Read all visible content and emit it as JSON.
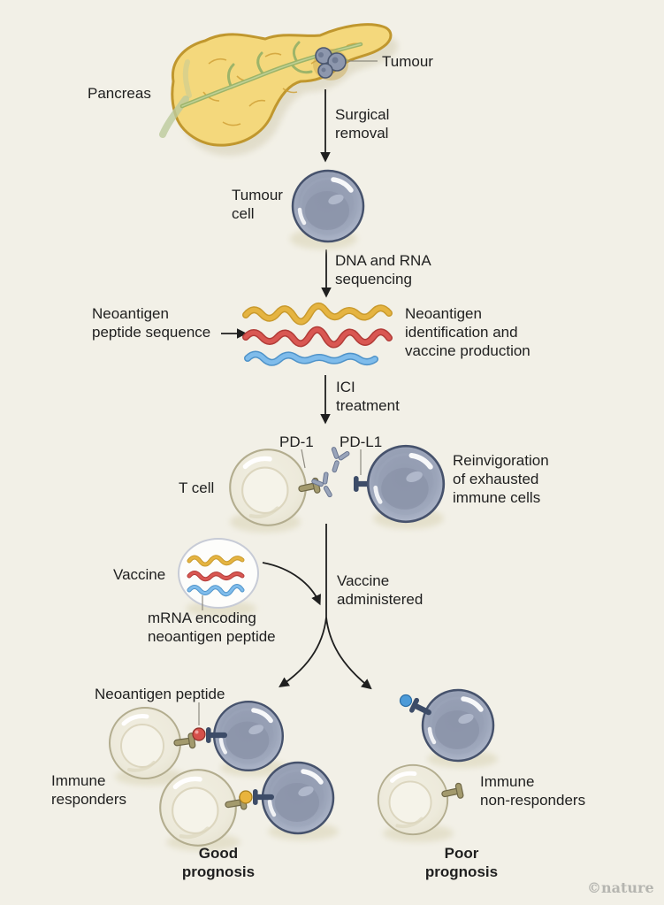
{
  "palette": {
    "background": "#f2f0e7",
    "pancreas_fill": "#f4d87c",
    "pancreas_outline": "#c0972e",
    "duct_green": "#9db469",
    "tumour_cell_blue": "#97a0b5",
    "tumour_cell_outline": "#46526c",
    "t_cell_cream": "#edeadb",
    "t_cell_outline": "#b3ad8f",
    "strand_yellow": "#e5b441",
    "strand_red": "#d95752",
    "strand_blue": "#7fbceb",
    "receptor_olive": "#a39a6d",
    "receptor_navy": "#3d4c68",
    "peptide_dot_red": "#d6504a",
    "peptide_dot_yellow": "#e9b43d",
    "peptide_dot_blue": "#4d9bd8",
    "text": "#1f1f1f",
    "watermark_gray": "#b5b5b0"
  },
  "labels": {
    "pancreas": "Pancreas",
    "tumour": "Tumour",
    "surgical_removal": "Surgical\nremoval",
    "tumour_cell": "Tumour\ncell",
    "dna_rna_sequencing": "DNA and RNA\nsequencing",
    "neoantigen_peptide_sequence": "Neoantigen\npeptide sequence",
    "neoantigen_identification": "Neoantigen\nidentification and\nvaccine production",
    "ici_treatment": "ICI\ntreatment",
    "t_cell": "T cell",
    "pd1": "PD-1",
    "pdl1": "PD-L1",
    "reinvigoration": "Reinvigoration\nof exhausted\nimmune cells",
    "vaccine": "Vaccine",
    "mrna_encoding": "mRNA encoding\nneoantigen peptide",
    "vaccine_administered": "Vaccine\nadministered",
    "neoantigen_peptide": "Neoantigen peptide",
    "immune_responders": "Immune\nresponders",
    "good_prognosis": "Good\nprognosis",
    "immune_non_responders": "Immune\nnon-responders",
    "poor_prognosis": "Poor\nprognosis"
  },
  "watermark": "©nature"
}
